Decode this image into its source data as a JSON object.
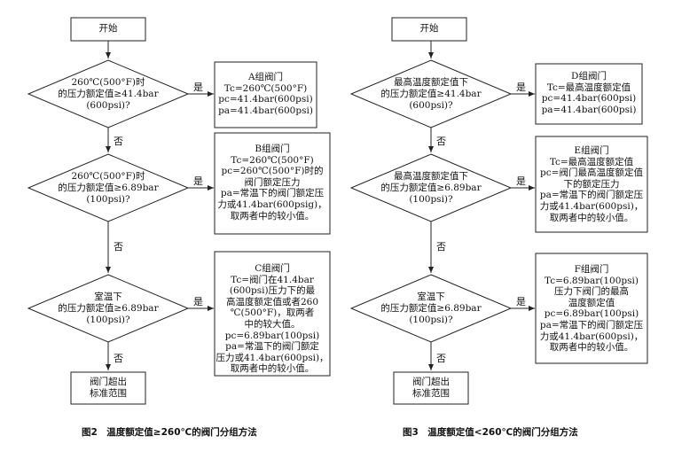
{
  "left": {
    "start": "开始",
    "d1": "260℃(500°F)时\n的压力额定值≥41.4bar\n(600psi)?",
    "d2": "260℃(500°F)时\n的压力额定值≥6.89bar\n(100psi)?",
    "d3": "室温下\n的压力额定值≥6.89bar\n(100psi)?",
    "boxA": "A组阀门\nTc=260℃(500°F)\npc=41.4bar(600psi)\npa=41.4bar(600psi)",
    "boxB": "B组阀门\nTc=260℃(500°F)\npc=260℃(500°F)时的\n阀门额定压力\npa=常温下的阀门额定压\n力或41.4bar(600psig)，\n取两者中的较小值。",
    "boxC": "C组阀门\nTc=阀门在41.4bar\n(600psi)压力下的最\n高温度额定值或者260\n℃(500°F)，取两者\n中的较大值。\npc=6.89bar(100psi)\npa=常温下的阀门额定\n压力或41.4bar(600psi)，\n取两者中的较小值。",
    "end": "阀门超出\n标准范围",
    "caption": "图2　温度额定值≥260℃的阀门分组方法"
  },
  "right": {
    "start": "开始",
    "d1": "最高温度额定值下\n的压力额定值≥41.4bar\n(600psi)?",
    "d2": "最高温度额定值下\n的压力额定值≥6.89bar\n(100psi)?",
    "d3": "室温下\n的压力额定值≥6.89bar\n(100psi)?",
    "boxD": "D组阀门\nTc=最高温度额定值\npc=41.4bar(600psi)\npa=41.4bar(600psi)",
    "boxE": "E组阀门\nTc=最高温度额定值\npc=阀门最高温度额定值\n下的额定压力\npa=常温下的阀门额定压\n力或41.4bar(600psi)，\n取两者中的较小值。",
    "boxF": "F组阀门\nTc=6.89bar(100psi)\n压力下阀门的最高\n温度额定值\npc=6.89bar(100psi)\npa=常温下的阀门额定压\n力或41.4bar(600psi)，\n取两者中的较小值。",
    "end": "阀门超出\n标准范围",
    "caption": "图3　温度额定值<260℃的阀门分组方法"
  },
  "labels": {
    "yes": "是",
    "no": "否"
  },
  "colors": {
    "stroke": "#222222",
    "background": "#ffffff"
  }
}
